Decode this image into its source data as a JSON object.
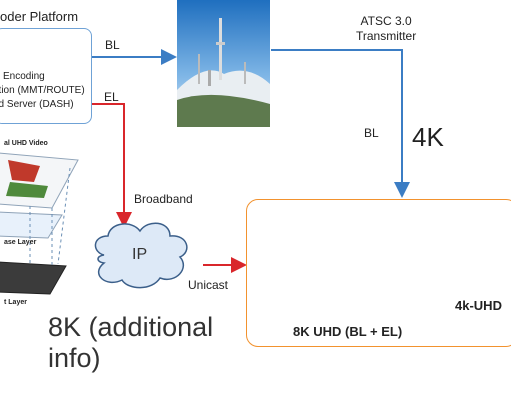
{
  "encoder": {
    "title": "oder Platform",
    "lines": [
      "C Encoding",
      "ation (MMT/ROUTE)",
      "ad Server (DASH)"
    ]
  },
  "labels": {
    "bl_top": "BL",
    "el": "EL",
    "transmitter": [
      "ATSC 3.0",
      "Transmitter"
    ],
    "bl_right": "BL",
    "k4": "4K",
    "broadband": "Broadband",
    "ip": "IP",
    "unicast": "Unicast",
    "info_8k": "8K (additional info)"
  },
  "layers": {
    "video_title": "al UHD Video",
    "base_layer": "ase Layer",
    "enh_layer": "t Layer"
  },
  "tvs": {
    "main_label": "8K UHD (BL + EL)",
    "side_label": "4k-UHD"
  },
  "colors": {
    "blue_arrow": "#3b7dc4",
    "red_arrow": "#d9262b",
    "orange_frame": "#f2922e",
    "encoder_border": "#6fa2d6"
  }
}
